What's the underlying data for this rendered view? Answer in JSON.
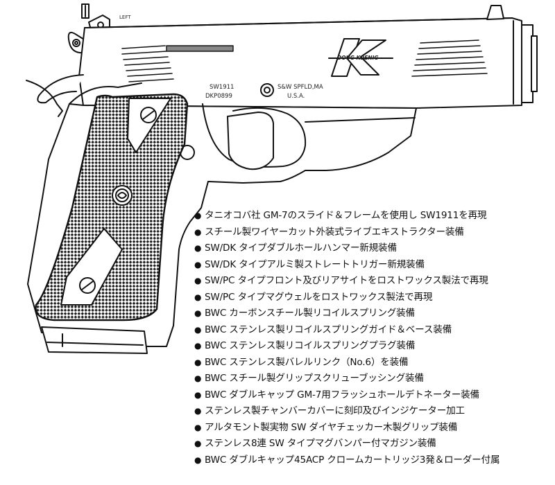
{
  "pistol": {
    "safety_marking": "LEFT",
    "slide_logo_top": "DOUG KOENIG",
    "slide_logo_letter": "K",
    "serial_line1": "SW1911",
    "serial_line2": "DKP0899",
    "maker_line1": "S&W  SPFLD,MA",
    "maker_line2": "U.S.A."
  },
  "bullet_glyph": "●",
  "features": [
    "タニオコバ社 GM-7のスライド＆フレームを使用し SW1911を再現",
    "スチール製ワイヤーカット外装式ライブエキストラクター装備",
    "SW/DK タイプダブルホールハンマー新規装備",
    "SW/DK タイプアルミ製ストレートトリガー新規装備",
    "SW/PC タイプフロント及びリアサイトをロストワックス製法で再現",
    "SW/PC タイプマグウェルをロストワックス製法で再現",
    "BWC カーボンスチール製リコイルスプリング装備",
    "BWC ステンレス製リコイルスプリングガイド＆ベース装備",
    "BWC ステンレス製リコイルスプリングプラグ装備",
    "BWC ステンレス製バレルリンク（No.6）を装備",
    "BWC スチール製グリップスクリューブッシング装備",
    "BWC ダブルキャップ GM-7用フラッシュホールデトネーター装備",
    "ステンレス製チャンバーカバーに刻印及びインジケーター加工",
    "アルタモント製実物 SW ダイヤチェッカー木製グリップ装備",
    "ステンレス8連 SW タイプマグバンパー付マガジン装備",
    "BWC ダブルキャップ45ACP クロームカートリッジ3発＆ローダー付属"
  ]
}
